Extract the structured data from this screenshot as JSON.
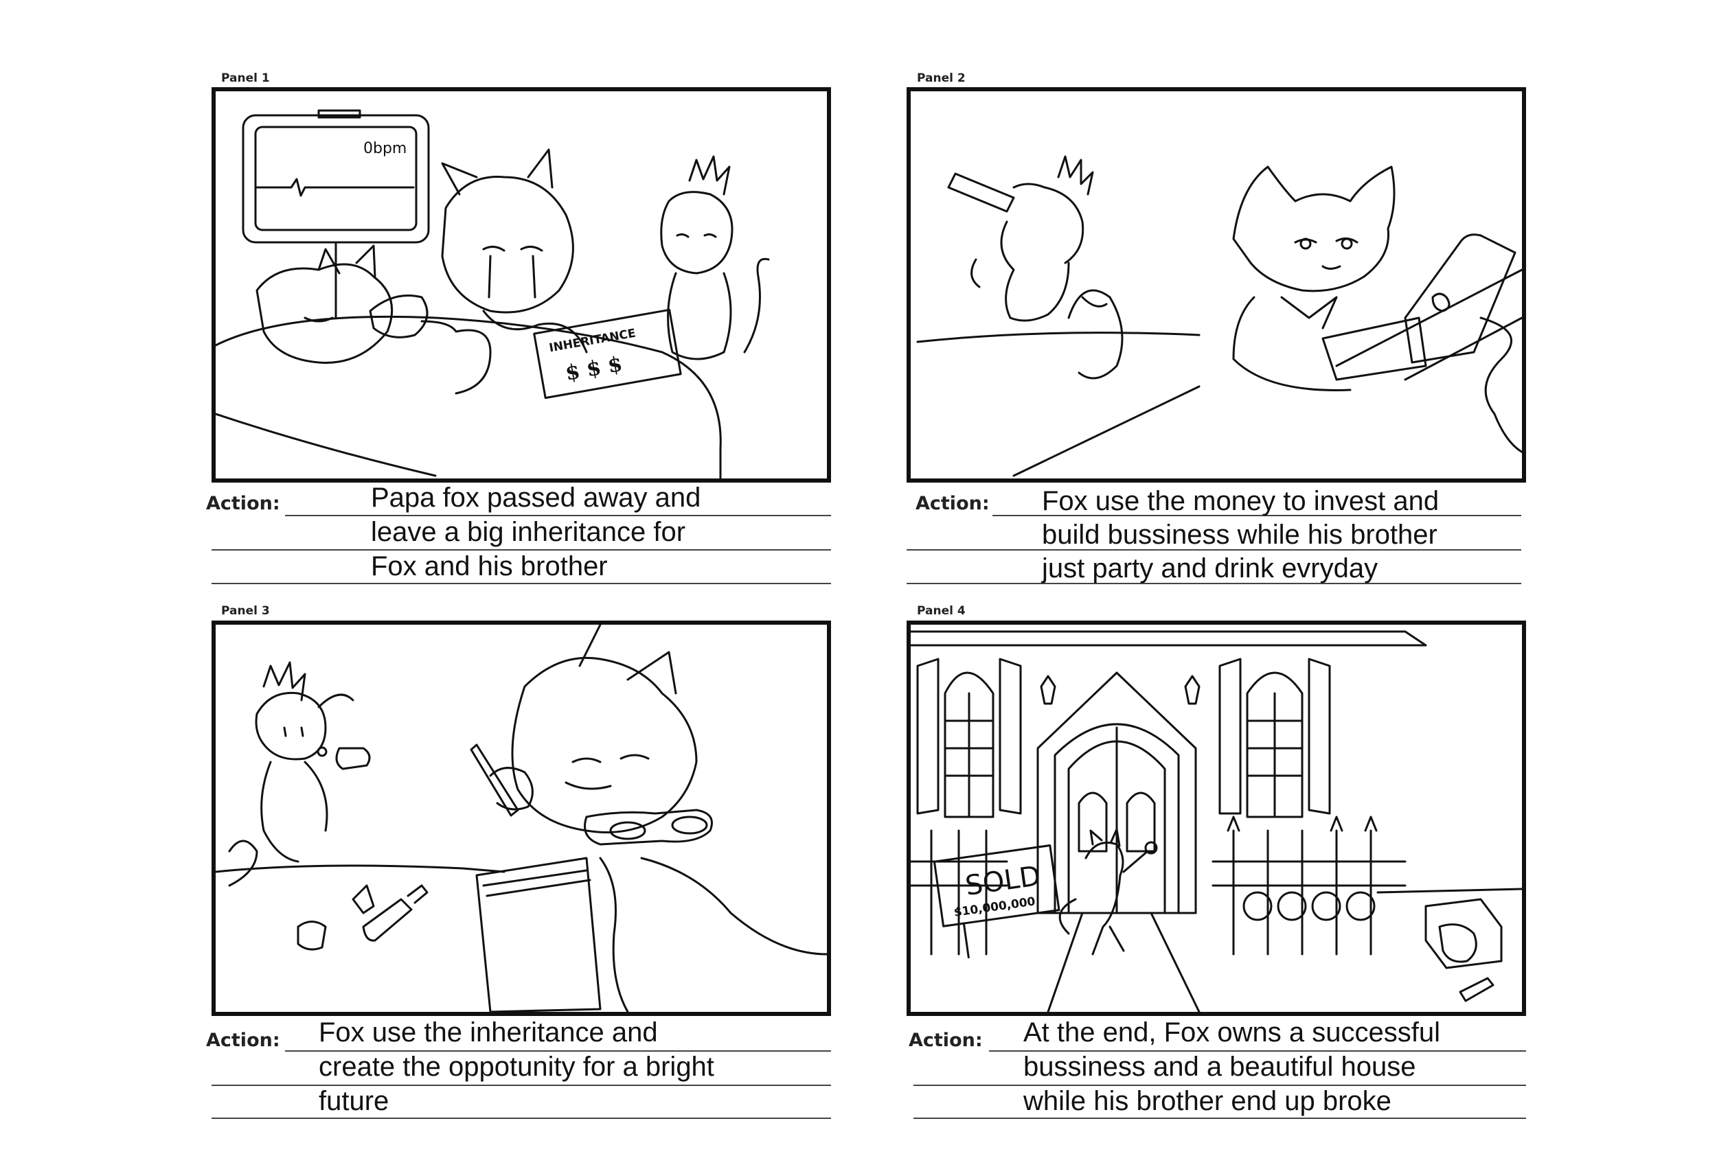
{
  "panels": [
    {
      "label": "Panel 1",
      "action_label": "Action:",
      "action_lines": [
        "Papa fox passed away and",
        "leave a big inheritance for",
        "Fox and his brother"
      ],
      "scene_text": {
        "monitor": "0bpm",
        "paper": "INHERITANCE",
        "paper_money": "$ $ $"
      }
    },
    {
      "label": "Panel 2",
      "action_label": "Action:",
      "action_lines": [
        "Fox use the money to invest and",
        "build bussiness while his brother",
        "just party and drink evryday"
      ]
    },
    {
      "label": "Panel 3",
      "action_label": "Action:",
      "action_lines": [
        "Fox use the inheritance and",
        "create the oppotunity for a bright",
        "future"
      ]
    },
    {
      "label": "Panel 4",
      "action_label": "Action:",
      "action_lines": [
        "At the end, Fox owns a successful",
        "bussiness and a beautiful house",
        "while his brother end up broke"
      ],
      "scene_text": {
        "sign_title": "SOLD",
        "sign_price": "$10,000,000"
      }
    }
  ]
}
